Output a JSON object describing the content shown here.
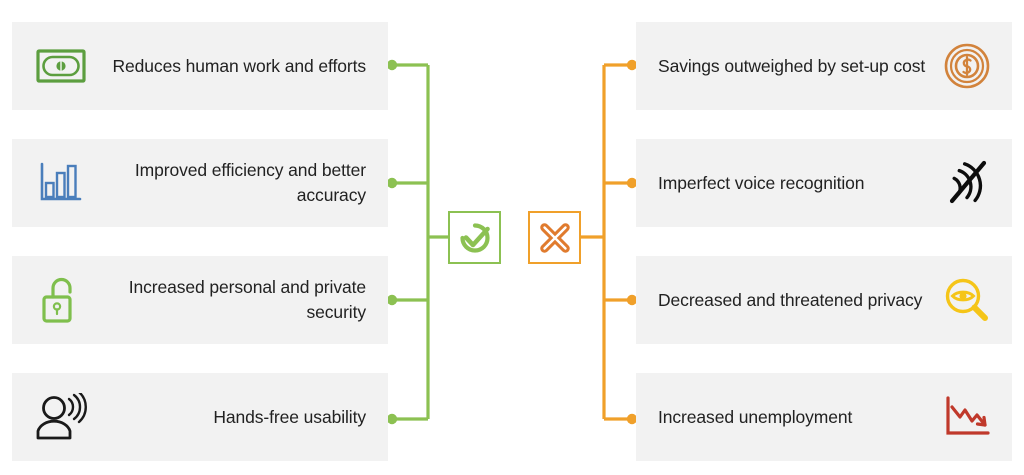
{
  "diagram": {
    "type": "pros-and-cons-balance",
    "title": "",
    "colors": {
      "pro_accent": "#8cc152",
      "con_accent": "#f0a02a",
      "panel_background": "#f2f2f2",
      "text": "#222222",
      "page_background": "#ffffff"
    },
    "center": {
      "pro_hub": {
        "icon": "check-mark-icon",
        "color": "#8cc152",
        "label": ""
      },
      "con_hub": {
        "icon": "cross-x-icon",
        "color": "#f0a02a",
        "label": ""
      }
    },
    "pros": [
      {
        "text": "Reduces human work and efforts",
        "icon": "banknote-icon",
        "icon_color": "#5c9e3f"
      },
      {
        "text": "Improved efficiency and better accuracy",
        "icon": "bar-chart-icon",
        "icon_color": "#4a7ebb"
      },
      {
        "text": "Increased personal and private security",
        "icon": "open-padlock-icon",
        "icon_color": "#7fbf4d"
      },
      {
        "text": "Hands-free usability",
        "icon": "person-voice-icon",
        "icon_color": "#1a1a1a"
      }
    ],
    "cons": [
      {
        "text": "Savings outweighed by set-up cost",
        "icon": "dollar-coin-icon",
        "icon_color": "#d2833c"
      },
      {
        "text": "Imperfect voice recognition",
        "icon": "muted-sound-wave-icon",
        "icon_color": "#0d0d0d"
      },
      {
        "text": "Decreased and threatened privacy",
        "icon": "eye-magnifier-icon",
        "icon_color": "#f5c518"
      },
      {
        "text": "Increased unemployment",
        "icon": "declining-chart-icon",
        "icon_color": "#c0392b"
      }
    ]
  }
}
